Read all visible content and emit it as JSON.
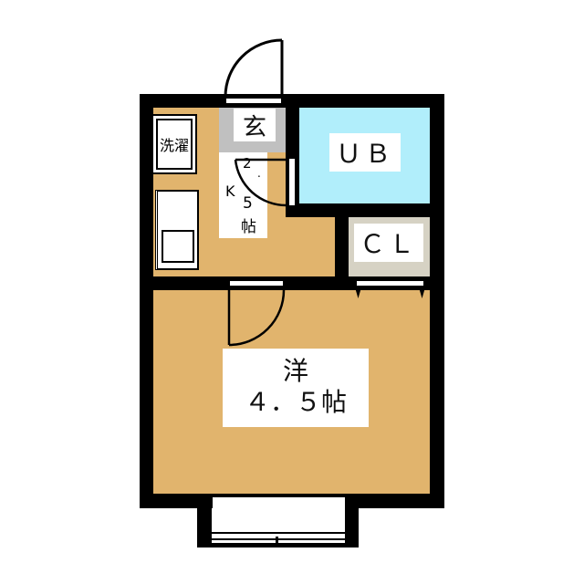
{
  "plan": {
    "colors": {
      "wall": "#000000",
      "floor": "#e1b46d",
      "bath": "#b1eefb",
      "closet": "#d6d2c4",
      "entrance": "#c0c0c0",
      "label_bg": "#ffffff"
    },
    "rooms": {
      "entrance": {
        "label": "玄"
      },
      "laundry": {
        "label": "洗濯"
      },
      "kitchen": {
        "k": "K",
        "size_1": "2",
        "dot": ".",
        "size_2": "5",
        "unit": "帖"
      },
      "bath": {
        "label": "ＵＢ"
      },
      "closet": {
        "label": "ＣＬ"
      },
      "western": {
        "name": "洋",
        "size": "４．５帖"
      }
    }
  }
}
